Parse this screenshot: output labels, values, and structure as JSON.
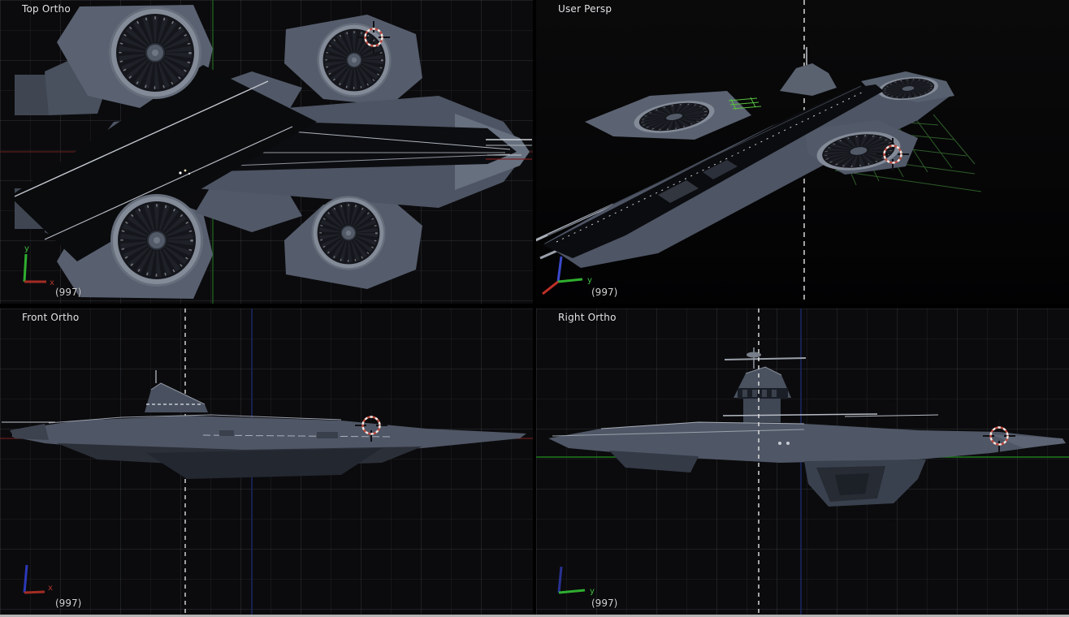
{
  "app": {
    "description": "3D modeling quad viewport showing a helicarrier model"
  },
  "viewports": {
    "top_ortho": {
      "label": "Top Ortho",
      "frame_count": "(997)",
      "gizmo": {
        "x": "x",
        "y": "y"
      }
    },
    "user_persp": {
      "label": "User Persp",
      "frame_count": "(997)",
      "gizmo": {
        "y": "y"
      }
    },
    "front_ortho": {
      "label": "Front Ortho",
      "frame_count": "(997)",
      "gizmo": {
        "x": "x"
      }
    },
    "right_ortho": {
      "label": "Right Ortho",
      "frame_count": "(997)",
      "gizmo": {
        "y": "y"
      }
    }
  },
  "colors": {
    "axis_x_red": "#b03028",
    "axis_y_green": "#2fae2f",
    "axis_z_blue": "#3a49c8",
    "cursor_ring_red": "#c04a40",
    "cursor_ring_white": "#eee9e4",
    "selection_highlight_green": "#56c23e",
    "viewport_background": "#0b0b0d",
    "hull_gray": "#4f5665",
    "deck_black": "#0b0c0f"
  }
}
